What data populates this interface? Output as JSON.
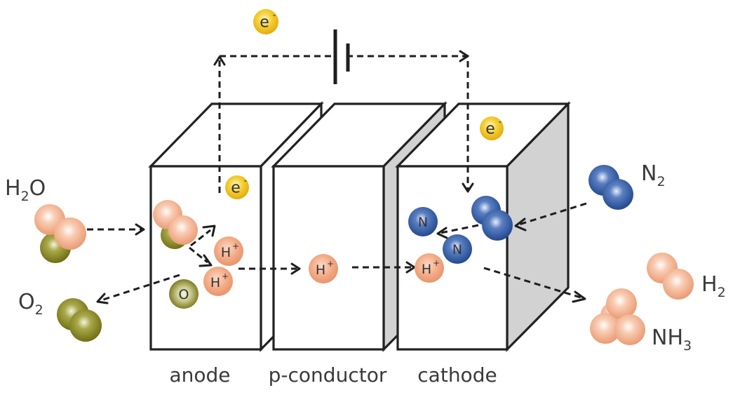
{
  "figure": {
    "title": "Electrochemical ammonia synthesis cell schematic"
  },
  "components": {
    "anode": "anode",
    "conductor": "p-conductor",
    "cathode": "cathode"
  },
  "species": {
    "water": {
      "base": "H",
      "sub": "2",
      "tail": "O"
    },
    "oxygen": {
      "base": "O",
      "sub": "2"
    },
    "nitrogen": {
      "base": "N",
      "sub": "2"
    },
    "hydrogen": {
      "base": "H",
      "sub": "2"
    },
    "ammonia": {
      "base": "NH",
      "sub": "3"
    }
  },
  "particles": {
    "electron": "e",
    "electron_sup": "-",
    "proton": "H",
    "proton_sup": "+",
    "oxygen_atom": "O",
    "nitrogen_atom": "N"
  },
  "colors": {
    "hydrogen": "#f2a47f",
    "oxygen": "#8a8a1c",
    "nitrogen": "#2f5aa6",
    "electron": "#f0c419",
    "side_face": "#d2d2d2",
    "outline": "#222222",
    "label": "#3a3a3a"
  }
}
